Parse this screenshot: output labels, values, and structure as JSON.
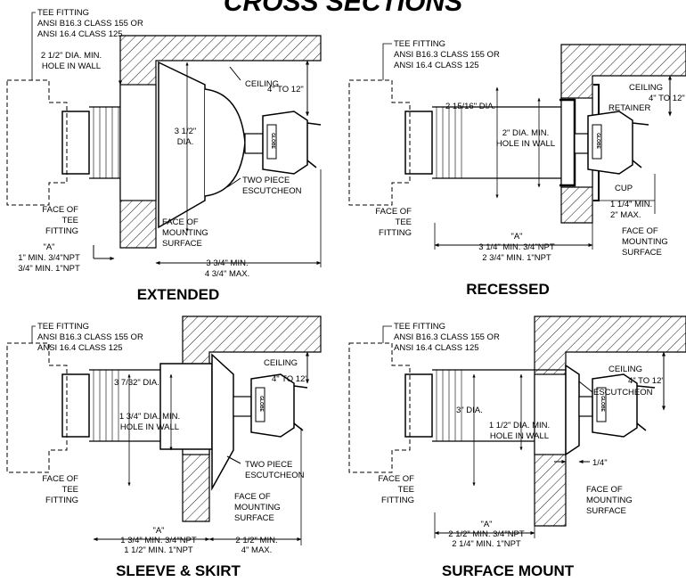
{
  "page_title": "CROSS SECTIONS",
  "brand_mark": "GLOBE",
  "panels": {
    "extended": {
      "title": "EXTENDED",
      "tee_fitting": [
        "TEE FITTING",
        "ANSI B16.3 CLASS 155 OR",
        "ANSI 16.4 CLASS 125"
      ],
      "hole": [
        "2 1/2\" DIA. MIN.",
        "HOLE IN WALL"
      ],
      "ceiling": "CEILING",
      "gap": "4\" TO 12\"",
      "dia": [
        "3 1/2\"",
        "DIA."
      ],
      "escutcheon": [
        "TWO PIECE",
        "ESCUTCHEON"
      ],
      "face_tee": [
        "FACE OF",
        "TEE",
        "FITTING"
      ],
      "face_mount": [
        "FACE OF",
        "MOUNTING",
        "SURFACE"
      ],
      "a_label": "\"A\"",
      "a_values": [
        "1\" MIN. 3/4\"NPT",
        "3/4\" MIN. 1\"NPT"
      ],
      "depth": [
        "3 3/4\" MIN.",
        "4 3/4\" MAX."
      ]
    },
    "recessed": {
      "title": "RECESSED",
      "tee_fitting": [
        "TEE FITTING",
        "ANSI B16.3 CLASS 155 OR",
        "ANSI 16.4 CLASS 125"
      ],
      "ceiling": "CEILING",
      "gap": "4\" TO 12\"",
      "dia": "2 15/16\" DIA.",
      "retainer": "RETAINER",
      "hole": [
        "2\" DIA. MIN.",
        "HOLE IN WALL"
      ],
      "cup": "CUP",
      "recess": [
        "1 1/4\" MIN.",
        "2\" MAX."
      ],
      "face_tee": [
        "FACE OF",
        "TEE",
        "FITTING"
      ],
      "face_mount": [
        "FACE OF",
        "MOUNTING",
        "SURFACE"
      ],
      "a_label": "\"A\"",
      "a_values": [
        "3 1/4\" MIN. 3/4\"NPT",
        "2 3/4\" MIN. 1\"NPT"
      ]
    },
    "sleeve": {
      "title": "SLEEVE & SKIRT",
      "tee_fitting": [
        "TEE FITTING",
        "ANSI B16.3 CLASS 155 OR",
        "ANSI 16.4 CLASS 125"
      ],
      "ceiling": "CEILING",
      "gap": "4\" TO 12\"",
      "dia": "3 7/32\" DIA.",
      "hole": [
        "1 3/4\" DIA. MIN.",
        "HOLE IN WALL"
      ],
      "escutcheon": [
        "TWO PIECE",
        "ESCUTCHEON"
      ],
      "face_tee": [
        "FACE OF",
        "TEE",
        "FITTING"
      ],
      "face_mount": [
        "FACE OF",
        "MOUNTING",
        "SURFACE"
      ],
      "a_label": "\"A\"",
      "a_values": [
        "1 3/4\" MIN. 3/4\"NPT",
        "1 1/2\" MIN. 1\"NPT"
      ],
      "depth": [
        "2 1/2\" MIN.",
        "4\" MAX."
      ]
    },
    "surface": {
      "title": "SURFACE MOUNT",
      "tee_fitting": [
        "TEE FITTING",
        "ANSI B16.3 CLASS 155 OR",
        "ANSI 16.4 CLASS 125"
      ],
      "ceiling": "CEILING",
      "gap": "4\" TO 12\"",
      "escutcheon": "ESCUTCHEON",
      "dia": "3\" DIA.",
      "hole": [
        "1 1/2\" DIA. MIN.",
        "HOLE IN WALL"
      ],
      "offset": "1/4\"",
      "face_tee": [
        "FACE OF",
        "TEE",
        "FITTING"
      ],
      "face_mount": [
        "FACE OF",
        "MOUNTING",
        "SURFACE"
      ],
      "a_label": "\"A\"",
      "a_values": [
        "2 1/2\" MIN. 3/4\"NPT",
        "2 1/4\" MIN. 1\"NPT"
      ]
    }
  }
}
